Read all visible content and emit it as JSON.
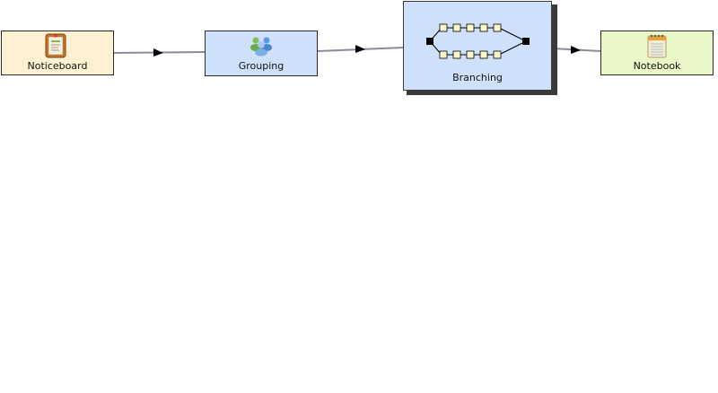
{
  "diagram": {
    "nodes": [
      {
        "id": "noticeboard",
        "label": "Noticeboard",
        "icon": "noticeboard-icon"
      },
      {
        "id": "grouping",
        "label": "Grouping",
        "icon": "group-users-icon"
      },
      {
        "id": "branching",
        "label": "Branching",
        "icon": "branch-paths-icon"
      },
      {
        "id": "notebook",
        "label": "Notebook",
        "icon": "notebook-icon"
      }
    ],
    "edges": [
      {
        "from": "noticeboard",
        "to": "grouping"
      },
      {
        "from": "grouping",
        "to": "branching"
      },
      {
        "from": "branching",
        "to": "notebook"
      }
    ],
    "colors": {
      "noticeboard_fill": "#fdf1d2",
      "grouping_fill": "#cfe0fa",
      "branching_fill": "#cfe0fa",
      "notebook_fill": "#eaf8c8",
      "edge_color": "#8c8c9c",
      "border": "#2b2b2b"
    }
  }
}
